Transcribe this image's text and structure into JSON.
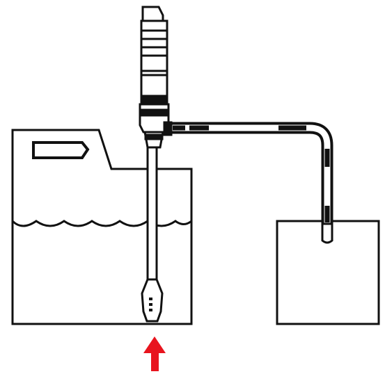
{
  "colors": {
    "line": "#111111",
    "background": "#ffffff",
    "arrow": "#e8141e"
  },
  "elements": {
    "source_container": "jerry-can",
    "liquid": "liquid-surface",
    "pump": "hand-siphon-pump",
    "intake_tube": "intake-tube",
    "outlet_hose": "outlet-hose",
    "target_container": "receiving-container",
    "indicator": "flow-direction-arrow"
  }
}
